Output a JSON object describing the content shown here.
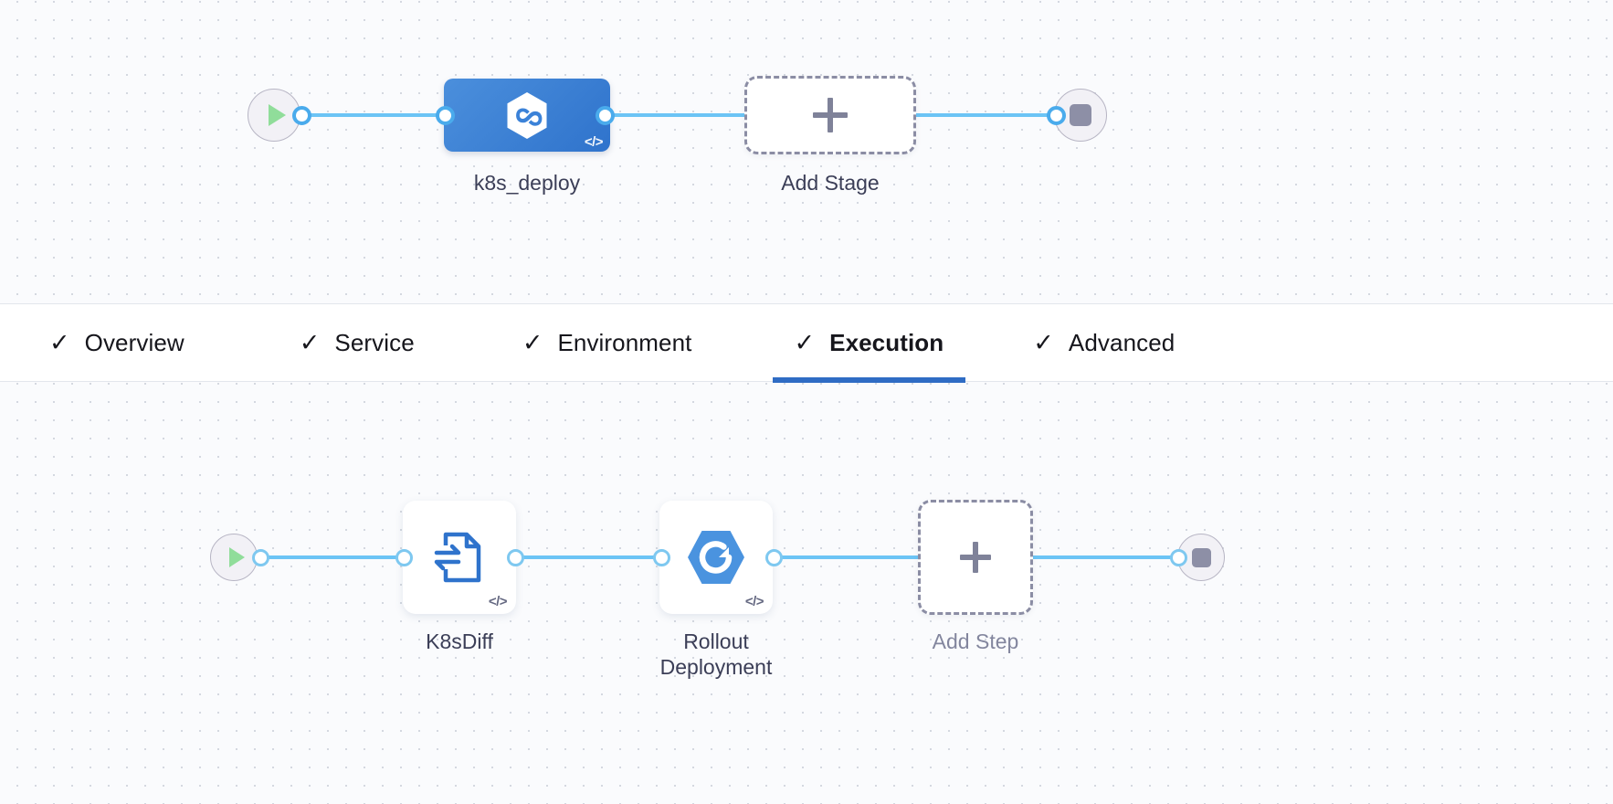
{
  "stage_canvas": {
    "start_node": {
      "icon": "play-icon",
      "name": "pipeline-start"
    },
    "end_node": {
      "icon": "stop-icon",
      "name": "pipeline-end"
    },
    "stages": [
      {
        "label": "k8s_deploy",
        "icon": "harness-hexagon-icon",
        "code_badge": "</>",
        "selected": true
      }
    ],
    "add_stage": {
      "label": "Add Stage",
      "icon": "plus-icon"
    }
  },
  "tabs": {
    "items": [
      {
        "label": "Overview",
        "check": "✓",
        "active": false
      },
      {
        "label": "Service",
        "check": "✓",
        "active": false
      },
      {
        "label": "Environment",
        "check": "✓",
        "active": false
      },
      {
        "label": "Execution",
        "check": "✓",
        "active": true
      },
      {
        "label": "Advanced",
        "check": "✓",
        "active": false
      }
    ],
    "active_indicator_color": "#2f6cc4"
  },
  "step_canvas": {
    "start_node": {
      "icon": "play-icon",
      "name": "execution-start"
    },
    "end_node": {
      "icon": "stop-icon",
      "name": "execution-end"
    },
    "steps": [
      {
        "label": "K8sDiff",
        "icon": "k8s-diff-document-icon",
        "code_badge": "</>"
      },
      {
        "label": "Rollout\nDeployment",
        "icon": "rollout-hexagon-icon",
        "code_badge": "</>"
      }
    ],
    "add_step": {
      "label": "Add Step",
      "icon": "plus-icon"
    }
  },
  "colors": {
    "canvas_bg": "#fafbfd",
    "grid_dot": "#d4d8e0",
    "wire": "#6cc4f5",
    "port_border": "#4aabec",
    "stage_card_from": "#4b8fdc",
    "stage_card_to": "#2f73cc",
    "accent": "#2f6cc4",
    "label_text": "#3b3e57",
    "muted_text": "#83869e",
    "play_green": "#90dd9a",
    "stop_gray": "#8d8fa6",
    "dashed_border": "#8b8da4",
    "step_icon_blue": "#2f73cc",
    "rollout_blue": "#4a93df"
  }
}
